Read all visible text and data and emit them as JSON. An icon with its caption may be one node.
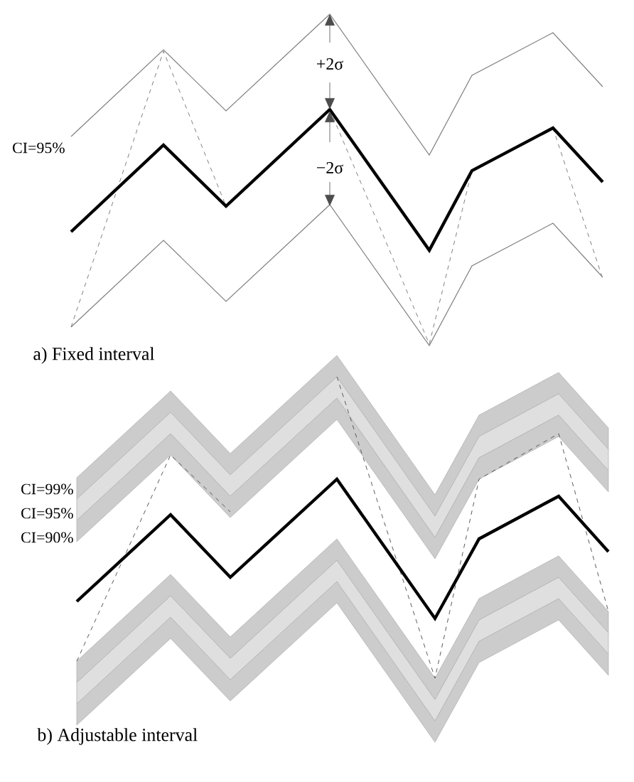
{
  "diagram": {
    "labels": [
      "+2σ",
      "CI=95%",
      "−2σ",
      "a) Fixed interval",
      "CI=99%",
      "CI=95%",
      "CI=90%",
      "b) Adjustable interval"
    ]
  }
}
